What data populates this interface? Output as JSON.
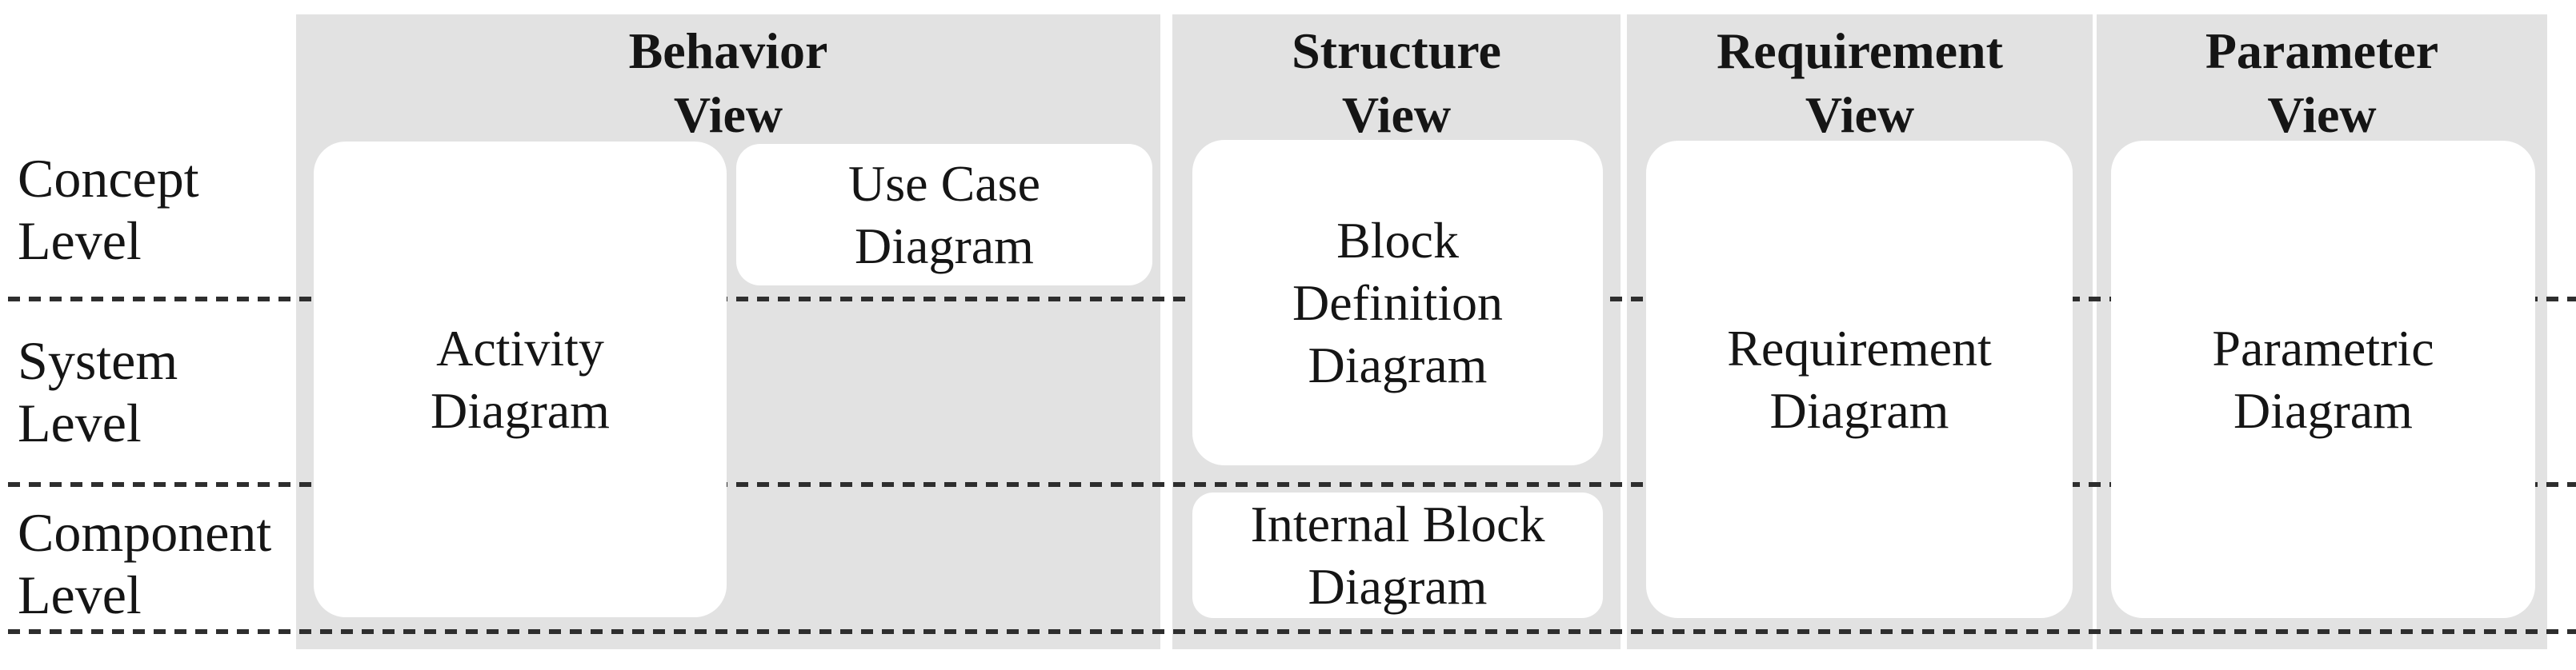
{
  "palette": {
    "column_bg": "#e2e2e2",
    "box_bg": "#ffffff",
    "dash_color": "#2e2e2e",
    "text_color": "#151515"
  },
  "rows": [
    {
      "id": "concept",
      "line1": "Concept",
      "line2": "Level"
    },
    {
      "id": "system",
      "line1": "System",
      "line2": "Level"
    },
    {
      "id": "component",
      "line1": "Component",
      "line2": "Level"
    }
  ],
  "columns": [
    {
      "id": "behavior",
      "header_line1": "Behavior",
      "header_line2": "View"
    },
    {
      "id": "structure",
      "header_line1": "Structure",
      "header_line2": "View"
    },
    {
      "id": "requirement",
      "header_line1": "Requirement",
      "header_line2": "View"
    },
    {
      "id": "parameter",
      "header_line1": "Parameter",
      "header_line2": "View"
    }
  ],
  "boxes": {
    "activity": {
      "lines": [
        "Activity",
        "Diagram"
      ]
    },
    "use_case": {
      "lines": [
        "Use Case",
        "Diagram"
      ]
    },
    "block_definition": {
      "lines": [
        "Block",
        "Definition",
        "Diagram"
      ]
    },
    "internal_block": {
      "lines": [
        "Internal Block",
        "Diagram"
      ]
    },
    "requirement": {
      "lines": [
        "Requirement",
        "Diagram"
      ]
    },
    "parametric": {
      "lines": [
        "Parametric",
        "Diagram"
      ]
    }
  }
}
